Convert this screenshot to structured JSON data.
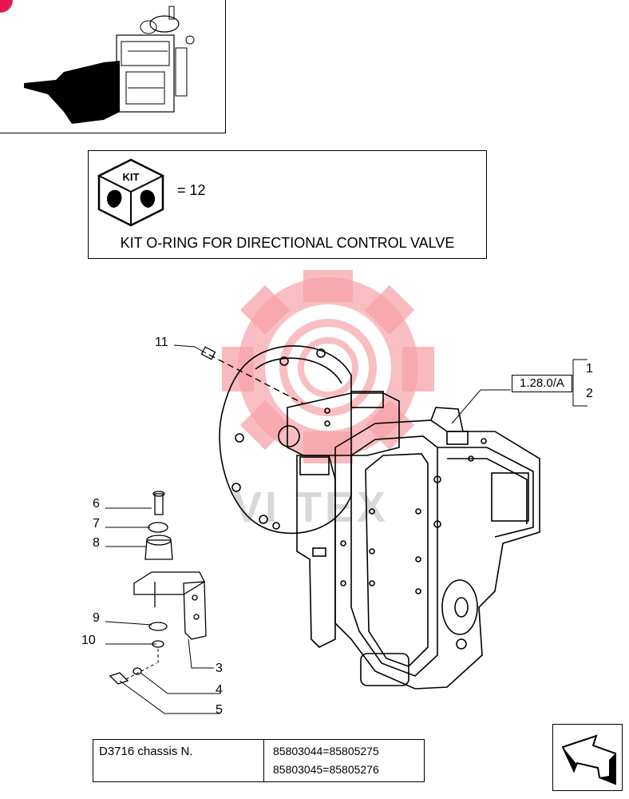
{
  "kit": {
    "badge_text": "KIT",
    "quantity_text": "= 12",
    "description": "KIT O-RING FOR DIRECTIONAL CONTROL VALVE"
  },
  "reference": {
    "label": "1.28.0/A",
    "items": [
      "1",
      "2"
    ]
  },
  "callouts": [
    {
      "num": "11"
    },
    {
      "num": "6"
    },
    {
      "num": "7"
    },
    {
      "num": "8"
    },
    {
      "num": "9"
    },
    {
      "num": "10"
    },
    {
      "num": "3"
    },
    {
      "num": "4"
    },
    {
      "num": "5"
    }
  ],
  "chassis": {
    "label": "D3716 chassis N.",
    "line1": "85803044=85805275",
    "line2": "85803045=85805276"
  },
  "watermark": "VI TEX",
  "icons": {
    "kit_badge": "kit-cube-icon",
    "nav": "next-page-arrow-icon"
  }
}
